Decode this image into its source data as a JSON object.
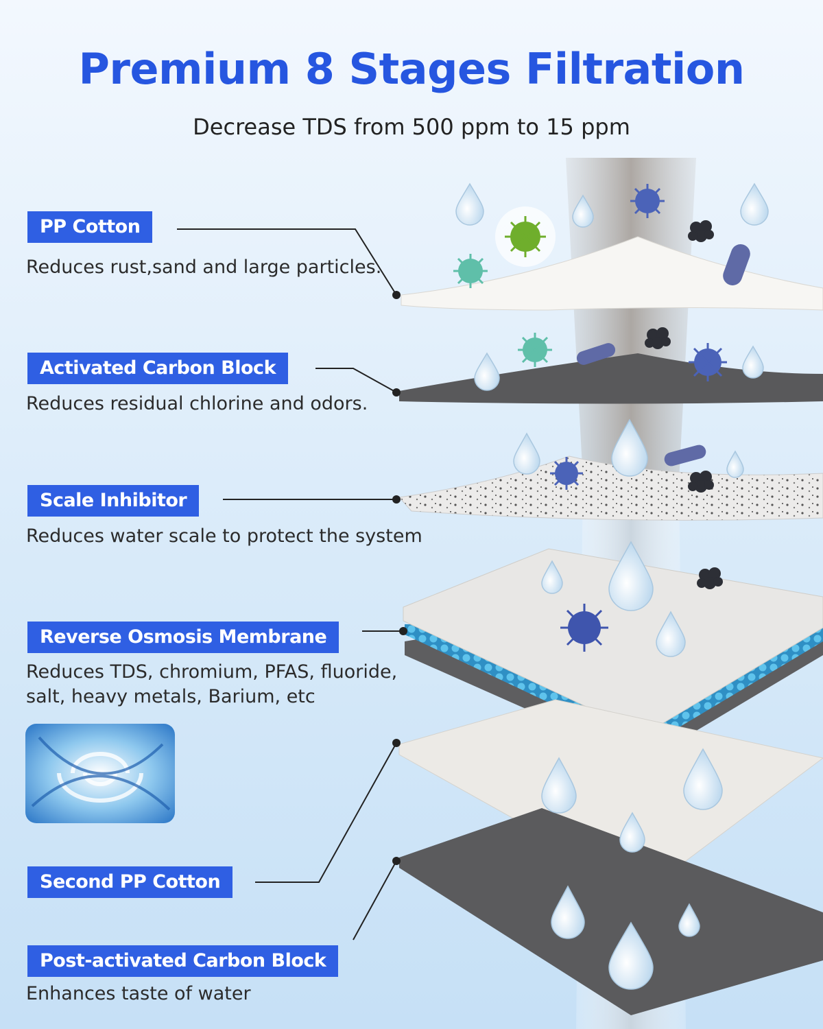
{
  "header": {
    "title": "Premium 8 Stages Filtration",
    "subtitle": "Decrease TDS from 500 ppm to 15 ppm"
  },
  "stages": [
    {
      "label": "PP Cotton",
      "description": "Reduces rust,sand and large particles."
    },
    {
      "label": "Activated Carbon Block",
      "description": "Reduces residual chlorine and odors."
    },
    {
      "label": "Scale Inhibitor",
      "description": "Reduces water scale to protect the system"
    },
    {
      "label": "Reverse Osmosis Membrane",
      "description": "Reduces TDS, chromium, PFAS, fluoride, salt, heavy metals, Barium, etc"
    },
    {
      "label": "Second PP Cotton",
      "description": ""
    },
    {
      "label": "Post-activated Carbon Block",
      "description": "Enhances taste of water"
    }
  ],
  "colors": {
    "title": "#2656e0",
    "label_bg": "#2f5fe3",
    "membrane_blue": "#3aa7d8",
    "carbon": "#5b5b5d"
  },
  "icons": [
    "water-drop-icon",
    "virus-icon",
    "bacteria-icon",
    "sediment-cluster-icon"
  ]
}
